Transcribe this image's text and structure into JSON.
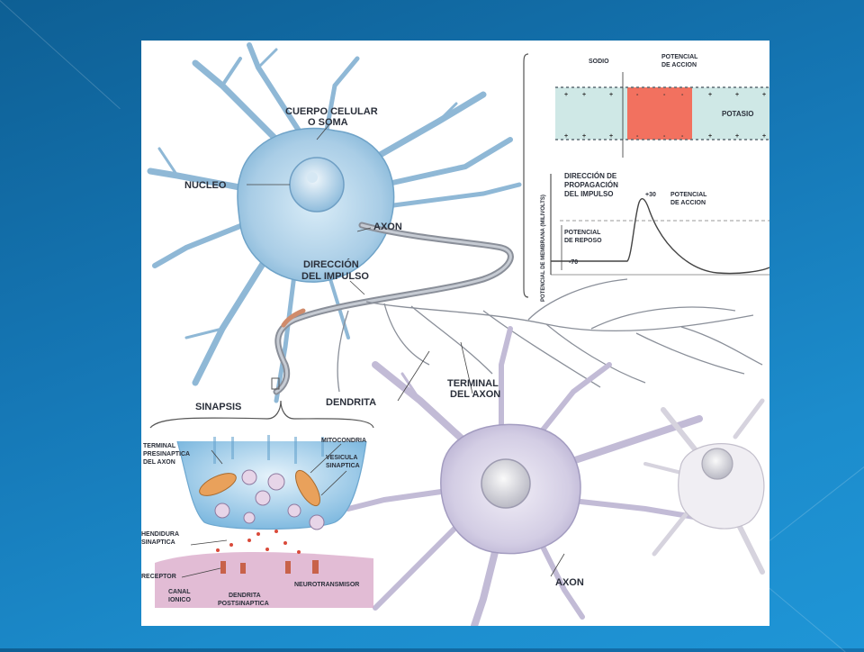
{
  "diagram": {
    "labels": {
      "cuerpo_celular_1": "CUERPO CELULAR",
      "cuerpo_celular_2": "O SOMA",
      "nucleo": "NUCLEO",
      "axon_top": "AXON",
      "direccion_1": "DIRECCIÓN",
      "direccion_2": "DEL IMPULSO",
      "sinapsis": "SINAPSIS",
      "dendrita": "DENDRITA",
      "terminal_axon_1": "TERMINAL",
      "terminal_axon_2": "DEL AXON",
      "axon_bottom": "AXON",
      "sodio": "SODIO",
      "potencial_accion_top_1": "POTENCIAL",
      "potencial_accion_top_2": "DE ACCION",
      "potasio": "POTASIO",
      "dir_prop_1": "DIRECCIÓN DE",
      "dir_prop_2": "PROPAGACIÓN",
      "dir_prop_3": "DEL IMPULSO",
      "plus_30": "+30",
      "potencial_accion_graph_1": "POTENCIAL",
      "potencial_accion_graph_2": "DE ACCION",
      "potencial_reposo_1": "POTENCIAL",
      "potencial_reposo_2": "DE REPOSO",
      "minus_70": "-70",
      "y_axis": "POTENCIAL DE MEMBRANA (MILIVOLTS)",
      "terminal_presinaptica_1": "TERMINAL",
      "terminal_presinaptica_2": "PRESINAPTICA",
      "terminal_presinaptica_3": "DEL AXON",
      "mitocondria": "MITOCONDRIA",
      "vesicula_1": "VESICULA",
      "vesicula_2": "SINAPTICA",
      "hendidura_1": "HENDIDURA",
      "hendidura_2": "SINAPTICA",
      "receptor": "RECEPTOR",
      "canal_1": "CANAL",
      "canal_2": "IONICO",
      "dendrita_post_1": "DENDRITA",
      "dendrita_post_2": "POSTSINAPTICA",
      "neurotransmisor": "NEUROTRANSMISOR"
    }
  }
}
